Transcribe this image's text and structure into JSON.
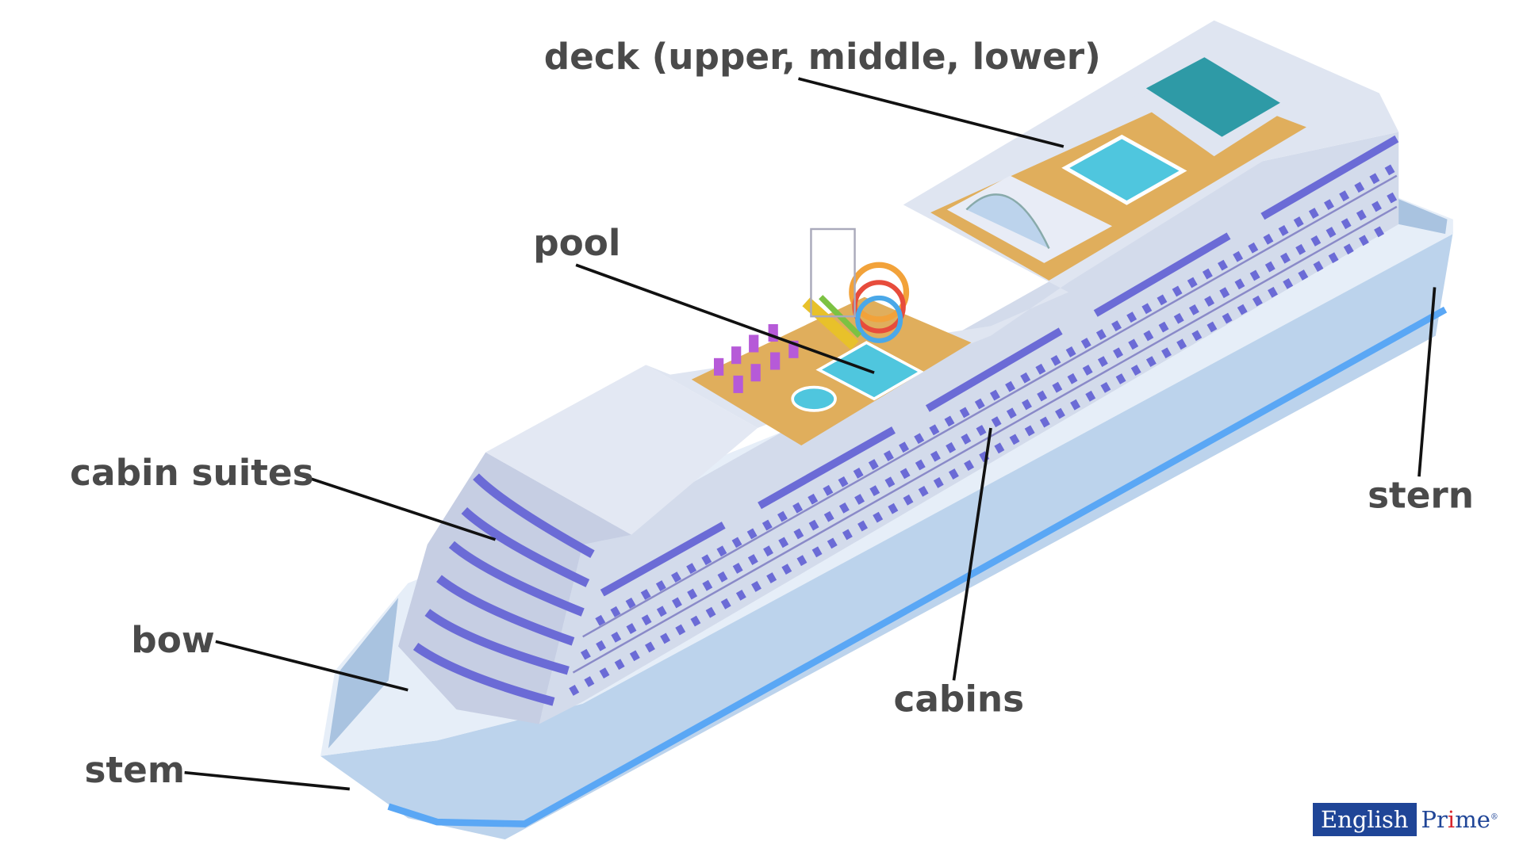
{
  "labels": {
    "deck": "deck (upper, middle, lower)",
    "pool": "pool",
    "cabin_suites": "cabin suites",
    "bow": "bow",
    "stem": "stem",
    "cabins": "cabins",
    "stern": "stern"
  },
  "logo": {
    "part1": "English",
    "part2_a": "Pr",
    "part2_i": "i",
    "part2_b": "me",
    "mark": "®"
  },
  "colors": {
    "hull": "#bcd3ec",
    "stripe": "#5aa7f5",
    "windows": "#6b6bd6",
    "deck": "#e0ae5c",
    "pool": "#4fc6de",
    "label": "#4a4a4a",
    "brand": "#1f4597"
  }
}
